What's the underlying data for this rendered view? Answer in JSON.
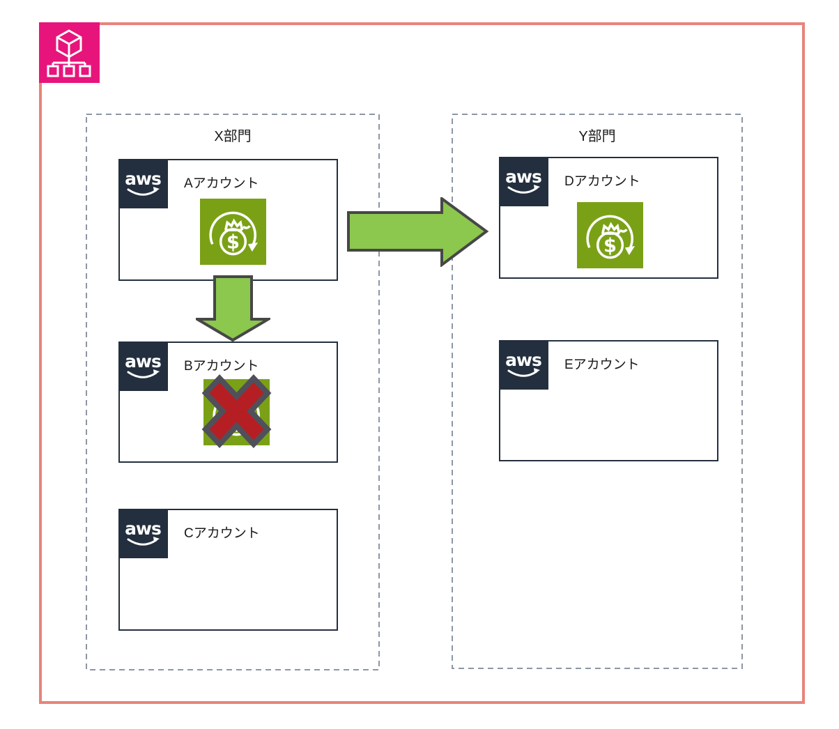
{
  "organizations": {
    "icon": "aws-organizations-icon",
    "color": "#E7157B",
    "boundary_border_color": "#E8837C"
  },
  "aws_logo_text": "aws",
  "icons": {
    "savings_symbol": "$",
    "savings_plans_green": "#7AA116",
    "prohibited_red": "#B51F23"
  },
  "groups": [
    {
      "label": "X部門",
      "accounts": [
        {
          "label": "Aアカウント",
          "icon": "savings-plans-icon"
        },
        {
          "label": "Bアカウント",
          "icon": "savings-plans-icon-crossed-out"
        },
        {
          "label": "Cアカウント",
          "icon": null
        }
      ]
    },
    {
      "label": "Y部門",
      "accounts": [
        {
          "label": "Dアカウント",
          "icon": "savings-plans-icon"
        },
        {
          "label": "Eアカウント",
          "icon": null
        }
      ]
    }
  ],
  "arrows": [
    {
      "name": "arrow-a-to-d",
      "direction": "right",
      "from": "Aアカウント",
      "to": "Dアカウント",
      "fill": "#8CC74E",
      "outline": "#474747"
    },
    {
      "name": "arrow-a-to-b",
      "direction": "down",
      "from": "Aアカウント",
      "to": "Bアカウント",
      "fill": "#8CC74E",
      "outline": "#474747"
    }
  ],
  "colors": {
    "aws_navy": "#232F3E",
    "dashed_group_border": "#8B96A5",
    "box_border": "#232F3E",
    "text": "#1a1a1a"
  }
}
